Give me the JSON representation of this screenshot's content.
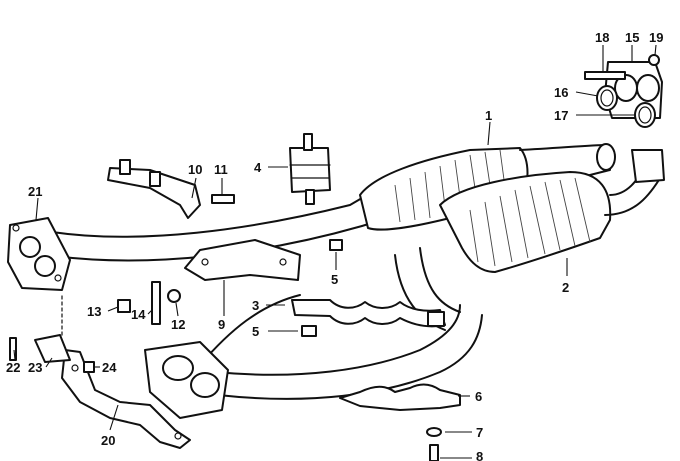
{
  "callouts": [
    {
      "id": "c1",
      "label": "1"
    },
    {
      "id": "c2",
      "label": "2"
    },
    {
      "id": "c3",
      "label": "3"
    },
    {
      "id": "c4",
      "label": "4"
    },
    {
      "id": "c5a",
      "label": "5"
    },
    {
      "id": "c5b",
      "label": "5"
    },
    {
      "id": "c6",
      "label": "6"
    },
    {
      "id": "c7",
      "label": "7"
    },
    {
      "id": "c8",
      "label": "8"
    },
    {
      "id": "c9",
      "label": "9"
    },
    {
      "id": "c10",
      "label": "10"
    },
    {
      "id": "c11",
      "label": "11"
    },
    {
      "id": "c12",
      "label": "12"
    },
    {
      "id": "c13",
      "label": "13"
    },
    {
      "id": "c14",
      "label": "14"
    },
    {
      "id": "c15",
      "label": "15"
    },
    {
      "id": "c16",
      "label": "16"
    },
    {
      "id": "c17",
      "label": "17"
    },
    {
      "id": "c18",
      "label": "18"
    },
    {
      "id": "c19",
      "label": "19"
    },
    {
      "id": "c20",
      "label": "20"
    },
    {
      "id": "c21",
      "label": "21"
    },
    {
      "id": "c22",
      "label": "22"
    },
    {
      "id": "c23",
      "label": "23"
    },
    {
      "id": "c24",
      "label": "24"
    }
  ]
}
